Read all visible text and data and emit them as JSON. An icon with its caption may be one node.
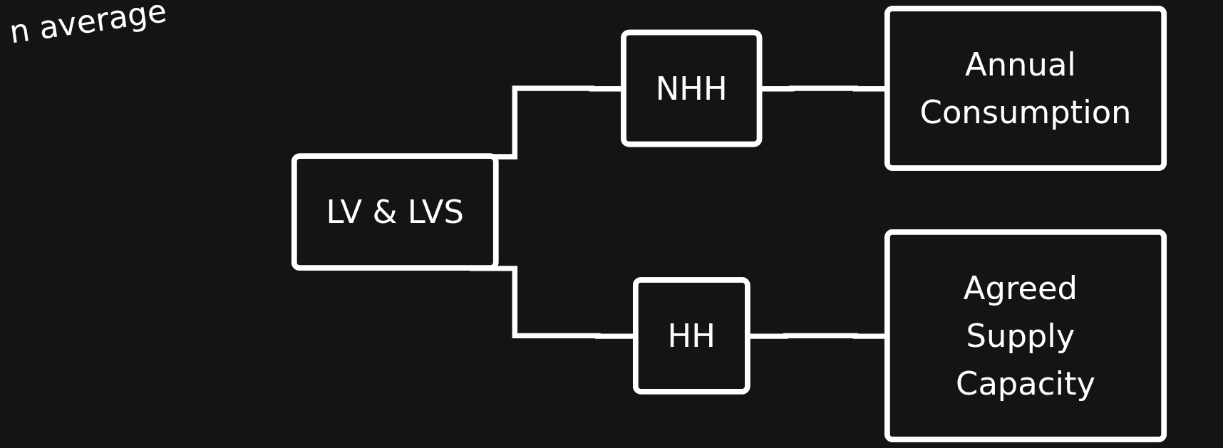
{
  "diagram": {
    "nodes": [
      {
        "text": [
          "LV & LVS"
        ]
      },
      {
        "text": [
          "NHH"
        ]
      },
      {
        "text": [
          "HH"
        ]
      },
      {
        "text": [
          "Annual Consumption"
        ]
      },
      {
        "text": [
          "Agreed Supply Capacity"
        ]
      }
    ],
    "edges": [
      {
        "from": 0,
        "to": 1,
        "arrow": "none"
      },
      {
        "from": 0,
        "to": 2,
        "arrow": "none"
      },
      {
        "from": 1,
        "to": 3,
        "arrow": "none"
      },
      {
        "from": 2,
        "to": 4,
        "arrow": "none"
      }
    ],
    "labels": [
      "n average"
    ]
  }
}
